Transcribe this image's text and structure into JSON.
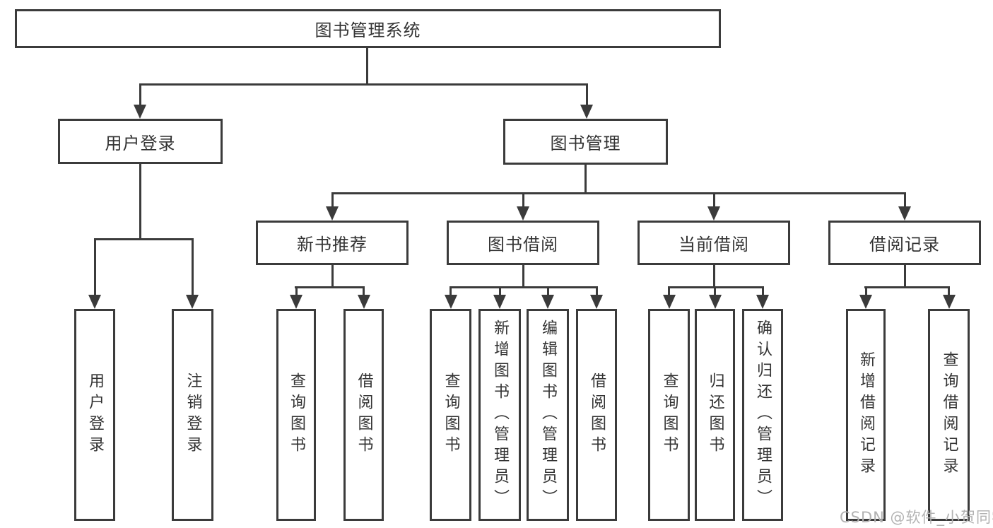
{
  "diagram": {
    "root": {
      "label": "图书管理系统"
    },
    "level2": [
      {
        "label": "用户登录",
        "children": [
          {
            "label": "用户登录"
          },
          {
            "label": "注销登录"
          }
        ]
      },
      {
        "label": "图书管理",
        "children": [
          {
            "label": "新书推荐",
            "children": [
              {
                "label": "查询图书"
              },
              {
                "label": "借阅图书"
              }
            ]
          },
          {
            "label": "图书借阅",
            "children": [
              {
                "label": "查询图书"
              },
              {
                "label": "新增图书（管理员）"
              },
              {
                "label": "编辑图书（管理员）"
              },
              {
                "label": "借阅图书"
              }
            ]
          },
          {
            "label": "当前借阅",
            "children": [
              {
                "label": "查询图书"
              },
              {
                "label": "归还图书"
              },
              {
                "label": "确认归还（管理员）"
              }
            ]
          },
          {
            "label": "借阅记录",
            "children": [
              {
                "label": "新增借阅记录"
              },
              {
                "label": "查询借阅记录"
              }
            ]
          }
        ]
      }
    ]
  },
  "watermark": {
    "text": "CSDN @软件_小贺同学"
  },
  "colors": {
    "line": "#3b3b3b",
    "text": "#333333",
    "watermark": "#b2b2b2",
    "background": "#ffffff"
  }
}
